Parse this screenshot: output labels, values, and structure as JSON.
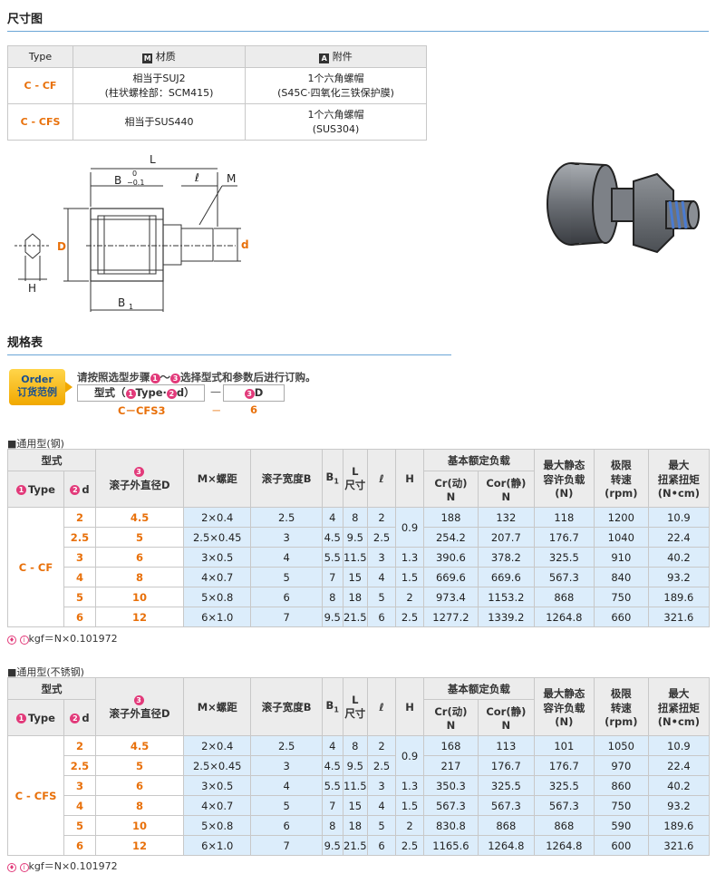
{
  "sections": {
    "dimension_title": "尺寸图",
    "spec_title": "规格表"
  },
  "material_table": {
    "headers": {
      "type": "Type",
      "material": "材质",
      "material_icon": "M",
      "accessory": "附件",
      "accessory_icon": "A"
    },
    "rows": [
      {
        "type": "C - CF",
        "material_1": "相当于SUJ2",
        "material_2": "(柱状螺栓部：SCM415)",
        "accessory_1": "1个六角螺帽",
        "accessory_2": "(S45C·四氧化三铁保护膜)"
      },
      {
        "type": "C - CFS",
        "material_1": "相当于SUS440",
        "material_2": "",
        "accessory_1": "1个六角螺帽",
        "accessory_2": "(SUS304)"
      }
    ]
  },
  "drawing_labels": {
    "L": "L",
    "B": "B",
    "B_tol_upper": "0",
    "B_tol_lower": "−0.1",
    "l": "ℓ",
    "M": "M",
    "D": "D",
    "d": "d",
    "H": "H",
    "B1": "B"
  },
  "order": {
    "badge_line1": "Order",
    "badge_line2": "订货范例",
    "instruction_prefix": "请按照选型步骤",
    "step1": "1",
    "tilde": "～",
    "step3": "3",
    "instruction_suffix": "选择型式和参数后进行订购。",
    "box1_label_pre": "型式（",
    "box1_type": "Type",
    "box1_sep": "·",
    "box1_d": "d",
    "box1_label_post": "）",
    "dash": "—",
    "box2_label": "D",
    "example_code": "C－CFS3",
    "example_dash": "－",
    "example_value": "6"
  },
  "steel_table": {
    "caption": "■通用型(钢)",
    "type_label": "C - CF",
    "load_coef": "0.9",
    "rows": [
      {
        "d": "2",
        "D": "4.5",
        "M": "2×0.4",
        "B": "2.5",
        "B1": "4",
        "L": "8",
        "l": "2",
        "H": "",
        "Cr": "188",
        "Cor": "132",
        "static": "118",
        "rpm": "1200",
        "torque": "10.9"
      },
      {
        "d": "2.5",
        "D": "5",
        "M": "2.5×0.45",
        "B": "3",
        "B1": "4.5",
        "L": "9.5",
        "l": "2.5",
        "H": "",
        "Cr": "254.2",
        "Cor": "207.7",
        "static": "176.7",
        "rpm": "1040",
        "torque": "22.4"
      },
      {
        "d": "3",
        "D": "6",
        "M": "3×0.5",
        "B": "4",
        "B1": "5.5",
        "L": "11.5",
        "l": "3",
        "H": "1.3",
        "Cr": "390.6",
        "Cor": "378.2",
        "static": "325.5",
        "rpm": "910",
        "torque": "40.2"
      },
      {
        "d": "4",
        "D": "8",
        "M": "4×0.7",
        "B": "5",
        "B1": "7",
        "L": "15",
        "l": "4",
        "H": "1.5",
        "Cr": "669.6",
        "Cor": "669.6",
        "static": "567.3",
        "rpm": "840",
        "torque": "93.2"
      },
      {
        "d": "5",
        "D": "10",
        "M": "5×0.8",
        "B": "6",
        "B1": "8",
        "L": "18",
        "l": "5",
        "H": "2",
        "Cr": "973.4",
        "Cor": "1153.2",
        "static": "868",
        "rpm": "750",
        "torque": "189.6"
      },
      {
        "d": "6",
        "D": "12",
        "M": "6×1.0",
        "B": "7",
        "B1": "9.5",
        "L": "21.5",
        "l": "6",
        "H": "2.5",
        "Cr": "1277.2",
        "Cor": "1339.2",
        "static": "1264.8",
        "rpm": "660",
        "torque": "321.6"
      }
    ],
    "note": "kgf＝N×0.101972"
  },
  "stainless_table": {
    "caption": "■通用型(不锈钢)",
    "type_label": "C - CFS",
    "load_coef": "0.9",
    "rows": [
      {
        "d": "2",
        "D": "4.5",
        "M": "2×0.4",
        "B": "2.5",
        "B1": "4",
        "L": "8",
        "l": "2",
        "H": "",
        "Cr": "168",
        "Cor": "113",
        "static": "101",
        "rpm": "1050",
        "torque": "10.9"
      },
      {
        "d": "2.5",
        "D": "5",
        "M": "2.5×0.45",
        "B": "3",
        "B1": "4.5",
        "L": "9.5",
        "l": "2.5",
        "H": "",
        "Cr": "217",
        "Cor": "176.7",
        "static": "176.7",
        "rpm": "970",
        "torque": "22.4"
      },
      {
        "d": "3",
        "D": "6",
        "M": "3×0.5",
        "B": "4",
        "B1": "5.5",
        "L": "11.5",
        "l": "3",
        "H": "1.3",
        "Cr": "350.3",
        "Cor": "325.5",
        "static": "325.5",
        "rpm": "860",
        "torque": "40.2"
      },
      {
        "d": "4",
        "D": "8",
        "M": "4×0.7",
        "B": "5",
        "B1": "7",
        "L": "15",
        "l": "4",
        "H": "1.5",
        "Cr": "567.3",
        "Cor": "567.3",
        "static": "567.3",
        "rpm": "750",
        "torque": "93.2"
      },
      {
        "d": "5",
        "D": "10",
        "M": "5×0.8",
        "B": "6",
        "B1": "8",
        "L": "18",
        "l": "5",
        "H": "2",
        "Cr": "830.8",
        "Cor": "868",
        "static": "868",
        "rpm": "590",
        "torque": "189.6"
      },
      {
        "d": "6",
        "D": "12",
        "M": "6×1.0",
        "B": "7",
        "B1": "9.5",
        "L": "21.5",
        "l": "6",
        "H": "2.5",
        "Cr": "1165.6",
        "Cor": "1264.8",
        "static": "1264.8",
        "rpm": "600",
        "torque": "321.6"
      }
    ],
    "note": "kgf＝N×0.101972"
  },
  "spec_headers": {
    "type_group": "型式",
    "type": "Type",
    "d": "d",
    "D": "滚子外直径D",
    "M": "M×螺距",
    "B": "滚子宽度B",
    "B1": "B",
    "B1_sub": "1",
    "L1": "L",
    "L2": "尺寸",
    "l": "ℓ",
    "H": "H",
    "load": "基本额定负载",
    "Cr1": "Cr(动)",
    "Cr2": "N",
    "Cor1": "Cor(静)",
    "Cor2": "N",
    "static1": "最大静态",
    "static2": "容许负载",
    "static3": "(N)",
    "rpm1": "极限",
    "rpm2": "转速",
    "rpm3": "(rpm)",
    "torque1": "最大",
    "torque2": "扭紧扭矩",
    "torque3": "(N•cm)",
    "bullet1": "1",
    "bullet2": "2",
    "bullet3": "3"
  },
  "colors": {
    "accent_orange": "#e8700a",
    "value_blue": "#dcedfb",
    "header_gray": "#ececec",
    "section_line": "#6aa6d6"
  }
}
